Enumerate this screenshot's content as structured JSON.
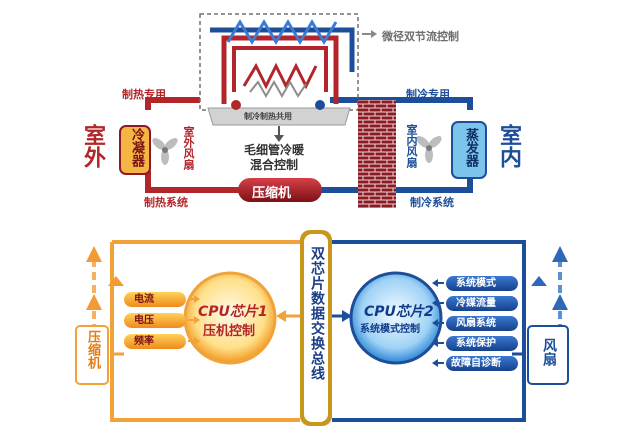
{
  "top": {
    "throttle_label": "微径双节流控制",
    "heat_only": "制热专用",
    "cool_only_top": "制冷专用",
    "cool_heat_tag": "制冷制热共用",
    "capillary_label": [
      "毛细管冷暖",
      "混合控制"
    ],
    "outdoor": "室外",
    "condenser": "冷凝器",
    "outdoor_fan": "室外风扇",
    "compressor": "压缩机",
    "heat_system": "制热系统",
    "cool_system": "制冷系统",
    "indoor": "室内",
    "evaporator": "蒸发器",
    "indoor_fan": "室内风扇"
  },
  "bottom": {
    "bus": "双芯片数据交换总线",
    "cpu1_title": "CPU芯片1",
    "cpu1_sub": "压机控制",
    "cpu2_title": "CPU芯片2",
    "cpu2_sub": "系统模式控制",
    "left_inputs": [
      "电流",
      "电压",
      "频率"
    ],
    "right_inputs": [
      "系统模式",
      "冷媒流量",
      "风扇系统",
      "系统保护",
      "故障自诊断"
    ],
    "left_box": "压缩机",
    "right_box": "风扇"
  },
  "colors": {
    "red": "#b2262b",
    "blue": "#1d4e9a",
    "orange": "#f2a23a",
    "brick": "#8c1a24"
  }
}
